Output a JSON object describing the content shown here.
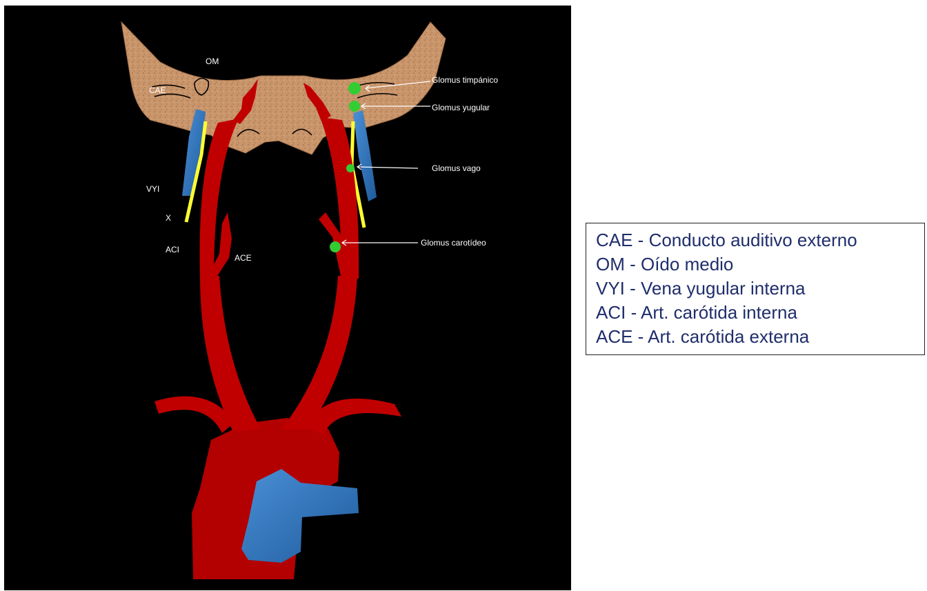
{
  "colors": {
    "background": "#000000",
    "bone": "#c9956b",
    "artery": "#c00000",
    "vein": "#2e75b6",
    "nerve": "#ffff33",
    "glomus": "#33cc33",
    "legend_text": "#1f2d6b"
  },
  "labels": {
    "cae": "CAE",
    "om": "OM",
    "vyi": "VYI",
    "x": "X",
    "aci": "ACI",
    "ace": "ACE"
  },
  "callouts": {
    "glomus_timpanico": "Glomus timpánico",
    "glomus_yugular": "Glomus yugular",
    "glomus_vago": "Glomus vago",
    "glomus_carotideo": "Glomus carotídeo"
  },
  "legend": {
    "items": [
      "CAE - Conducto auditivo externo",
      "OM - Oído medio",
      "VYI - Vena yugular interna",
      "ACI - Art.  carótida interna",
      "ACE - Art. carótida externa"
    ]
  }
}
